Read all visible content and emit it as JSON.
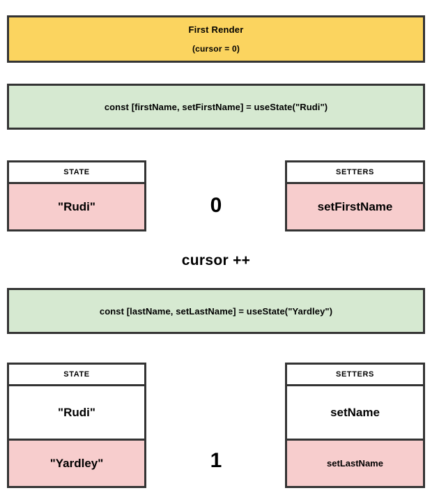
{
  "diagram": {
    "title_banner": {
      "main": "First Render",
      "sub": "(cursor = 0)",
      "fill": "#FBD45F"
    },
    "hook_calls": [
      {
        "code": "const [firstName, setFirstName] = useState(\"Rudi\")",
        "fill": "#D6E9D1"
      },
      {
        "code": "const [lastName, setLastName] = useState(\"Yardley\")",
        "fill": "#D6E9D1"
      }
    ],
    "stage_one": {
      "state_table": {
        "header": "STATE",
        "rows": [
          {
            "value": "\"Rudi\"",
            "fill": "#F7CDCD",
            "highlight": true
          }
        ]
      },
      "setters_table": {
        "header": "SETTERS",
        "rows": [
          {
            "value": "setFirstName",
            "fill": "#F7CDCD",
            "highlight": true
          }
        ]
      },
      "cursor_value": "0"
    },
    "cursor_increment_label": "cursor ++",
    "stage_two": {
      "state_table": {
        "header": "STATE",
        "rows": [
          {
            "value": "\"Rudi\"",
            "fill": "#FFFFFF",
            "highlight": false
          },
          {
            "value": "\"Yardley\"",
            "fill": "#F7CDCD",
            "highlight": true
          }
        ]
      },
      "setters_table": {
        "header": "SETTERS",
        "rows": [
          {
            "value": "setName",
            "fill": "#FFFFFF",
            "highlight": false
          },
          {
            "value": "setLastName",
            "fill": "#F7CDCD",
            "highlight": true
          }
        ]
      },
      "cursor_value": "1"
    },
    "colors": {
      "border": "#333333",
      "yellow": "#FBD45F",
      "green": "#D6E9D1",
      "pink": "#F7CDCD",
      "white": "#FFFFFF"
    }
  }
}
